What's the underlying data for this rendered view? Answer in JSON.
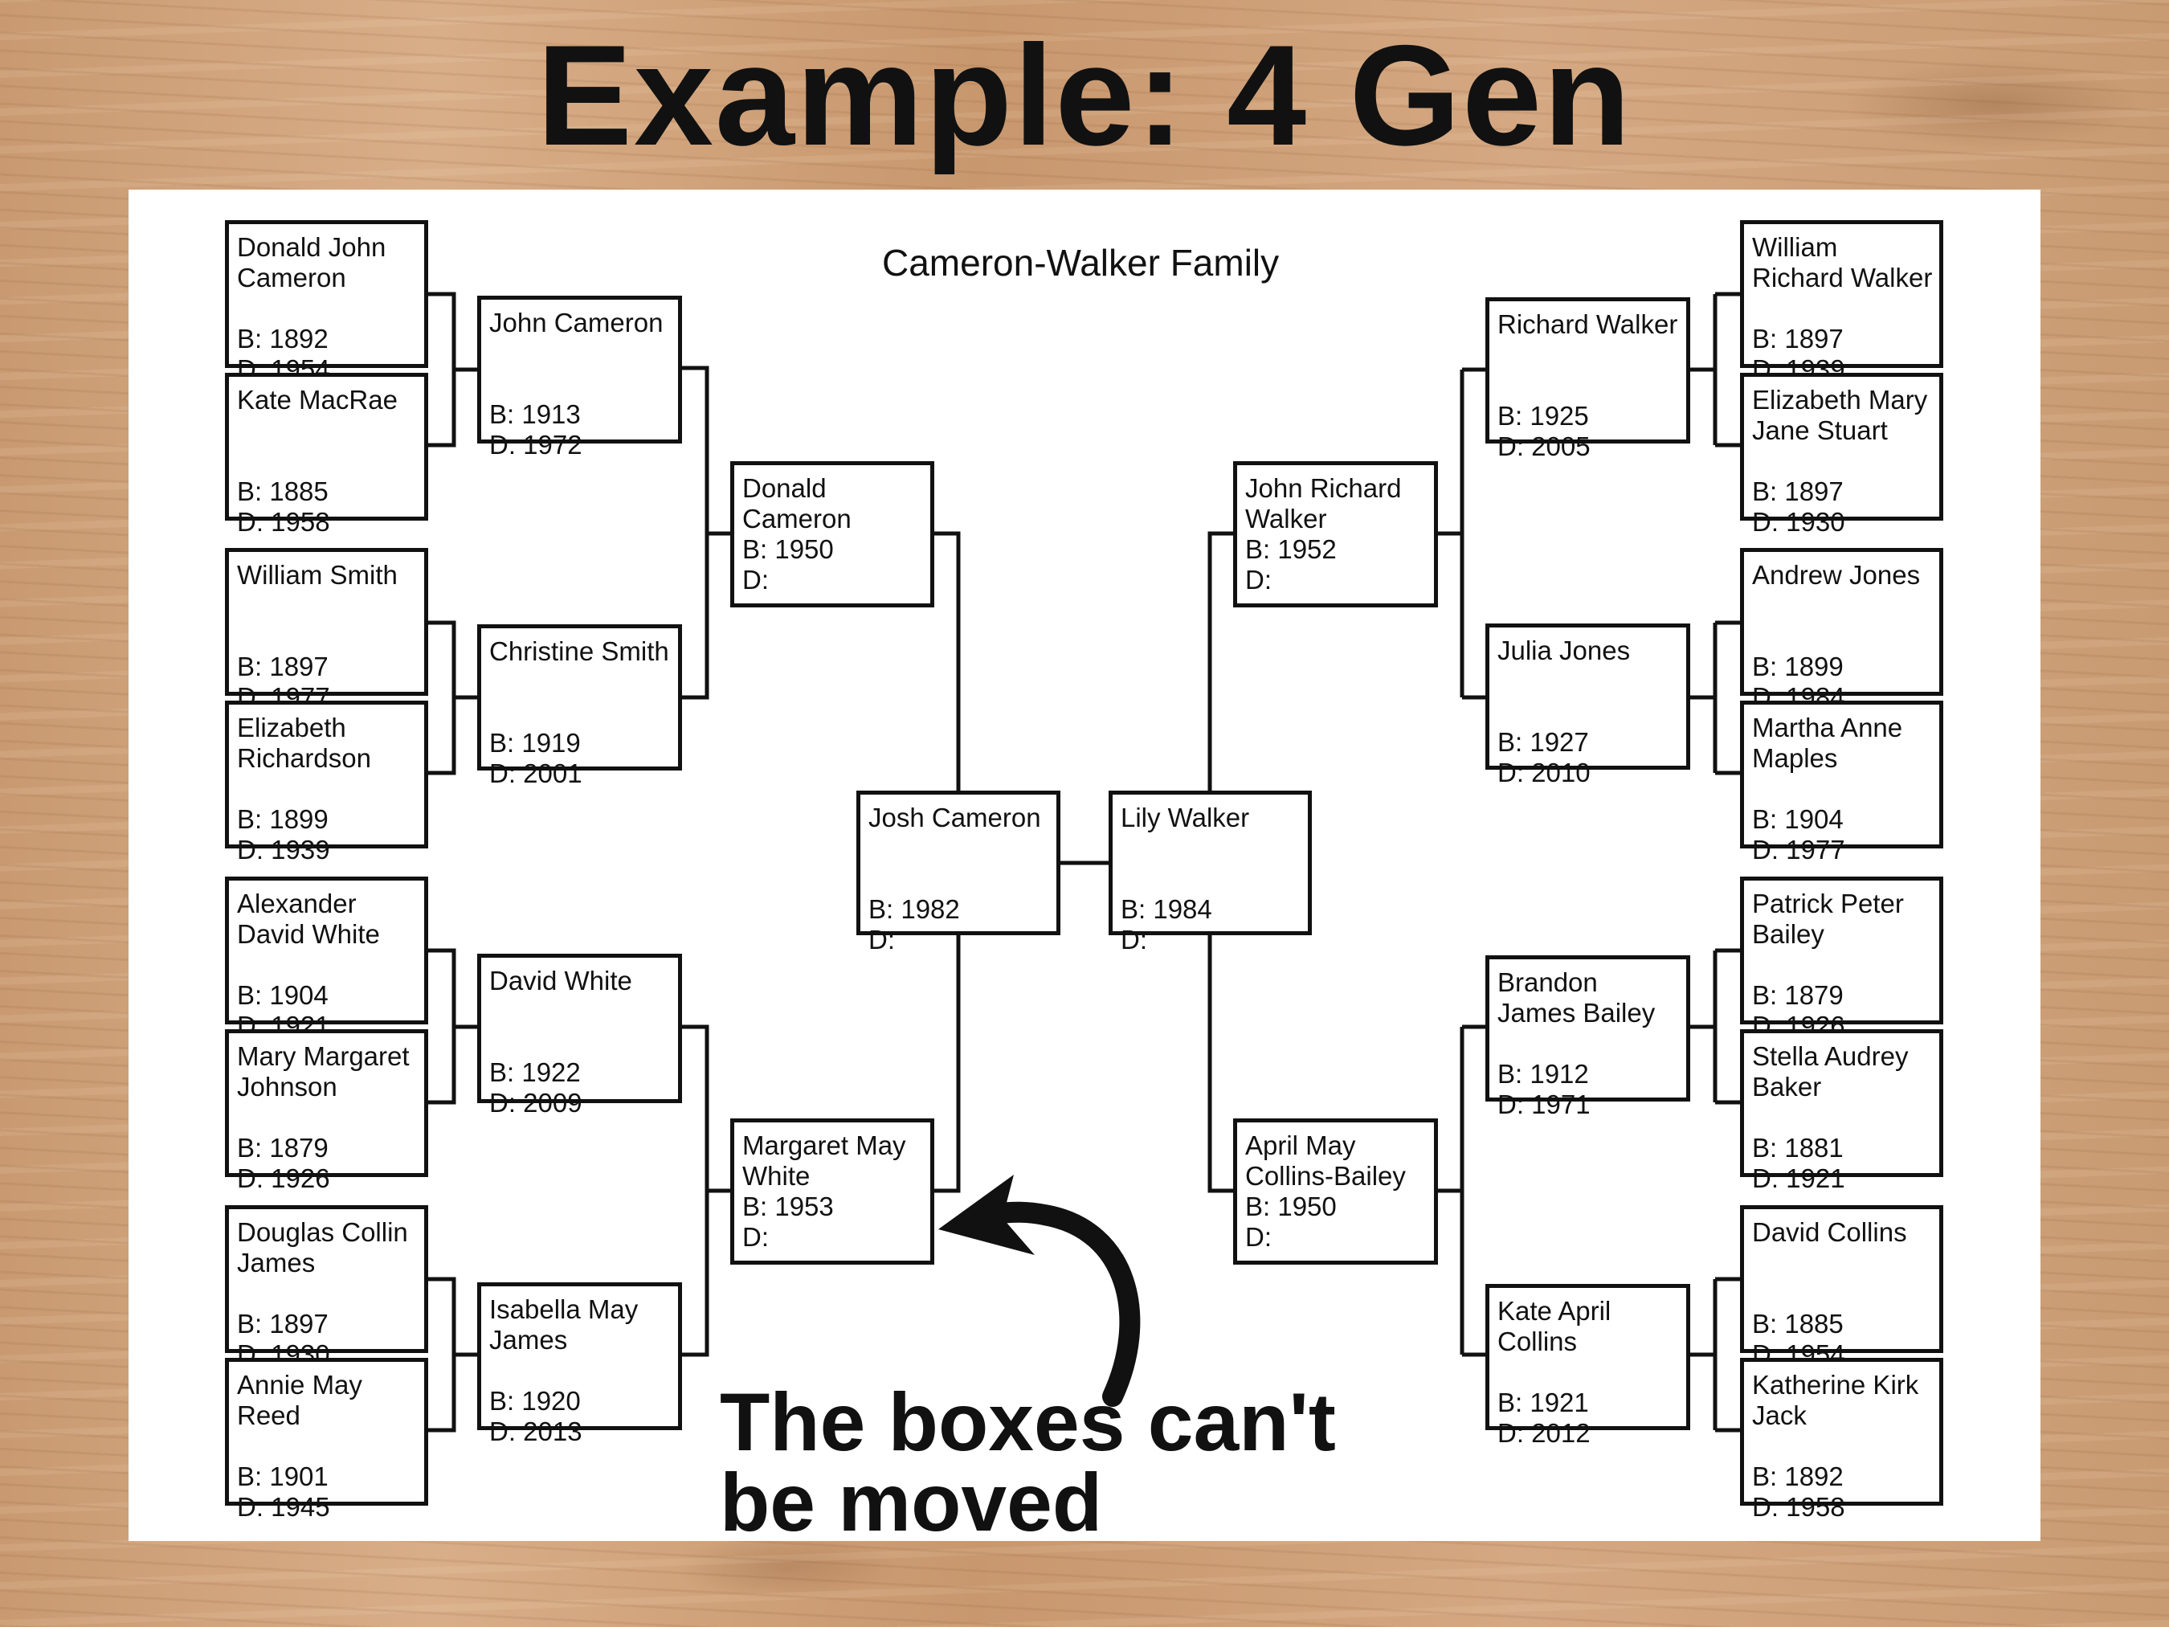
{
  "page": {
    "heading": "Example: 4 Gen",
    "tree_title": "Cameron-Walker Family",
    "note_line1": "The boxes can't",
    "note_line2": "be moved"
  },
  "people": {
    "g4_1": {
      "name": "Donald John Cameron",
      "born": "B: 1892",
      "died": "D: 1954"
    },
    "g4_2": {
      "name": "Kate MacRae",
      "born": "B: 1885",
      "died": "D: 1958"
    },
    "g4_3": {
      "name": "William Smith",
      "born": "B: 1897",
      "died": "D: 1977"
    },
    "g4_4": {
      "name": "Elizabeth Richardson",
      "born": "B: 1899",
      "died": "D: 1939"
    },
    "g4_5": {
      "name": "Alexander David White",
      "born": "B: 1904",
      "died": "D: 1921"
    },
    "g4_6": {
      "name": "Mary Margaret Johnson",
      "born": "B: 1879",
      "died": "D: 1926"
    },
    "g4_7": {
      "name": "Douglas Collin James",
      "born": "B: 1897",
      "died": "D: 1930"
    },
    "g4_8": {
      "name": "Annie May Reed",
      "born": "B: 1901",
      "died": "D: 1945"
    },
    "g3_1": {
      "name": "John Cameron",
      "born": "B: 1913",
      "died": "D: 1972"
    },
    "g3_2": {
      "name": "Christine Smith",
      "born": "B: 1919",
      "died": "D: 2001"
    },
    "g3_3": {
      "name": "David White",
      "born": "B: 1922",
      "died": "D: 2009"
    },
    "g3_4": {
      "name": "Isabella May James",
      "born": "B: 1920",
      "died": "D: 2013"
    },
    "g2_1": {
      "name": "Donald Cameron",
      "born": "B: 1950",
      "died": "D:"
    },
    "g2_2": {
      "name": "Margaret May White",
      "born": "B: 1953",
      "died": "D:"
    },
    "g1_1": {
      "name": "Josh Cameron",
      "born": "B: 1982",
      "died": "D:"
    },
    "g1_2": {
      "name": "Lily Walker",
      "born": "B: 1984",
      "died": "D:"
    },
    "g2_3": {
      "name": "John Richard Walker",
      "born": "B: 1952",
      "died": "D:"
    },
    "g2_4": {
      "name": "April May Collins-Bailey",
      "born": "B: 1950",
      "died": "D:"
    },
    "g3_5": {
      "name": "Richard Walker",
      "born": "B: 1925",
      "died": "D: 2005"
    },
    "g3_6": {
      "name": "Julia Jones",
      "born": "B: 1927",
      "died": "D: 2010"
    },
    "g3_7": {
      "name": "Brandon James Bailey",
      "born": "B: 1912",
      "died": "D: 1971"
    },
    "g3_8": {
      "name": "Kate April Collins",
      "born": "B: 1921",
      "died": "D: 2012"
    },
    "g4_9": {
      "name": "William Richard Walker",
      "born": "B: 1897",
      "died": "D: 1939"
    },
    "g4_10": {
      "name": "Elizabeth Mary Jane Stuart",
      "born": "B: 1897",
      "died": "D: 1930"
    },
    "g4_11": {
      "name": "Andrew Jones",
      "born": "B: 1899",
      "died": "D: 1984"
    },
    "g4_12": {
      "name": "Martha Anne Maples",
      "born": "B: 1904",
      "died": "D: 1977"
    },
    "g4_13": {
      "name": "Patrick Peter Bailey",
      "born": "B: 1879",
      "died": "D: 1926"
    },
    "g4_14": {
      "name": "Stella Audrey Baker",
      "born": "B: 1881",
      "died": "D: 1921"
    },
    "g4_15": {
      "name": "David Collins",
      "born": "B: 1885",
      "died": "D: 1954"
    },
    "g4_16": {
      "name": "Katherine Kirk Jack",
      "born": "B: 1892",
      "died": "D: 1958"
    }
  }
}
